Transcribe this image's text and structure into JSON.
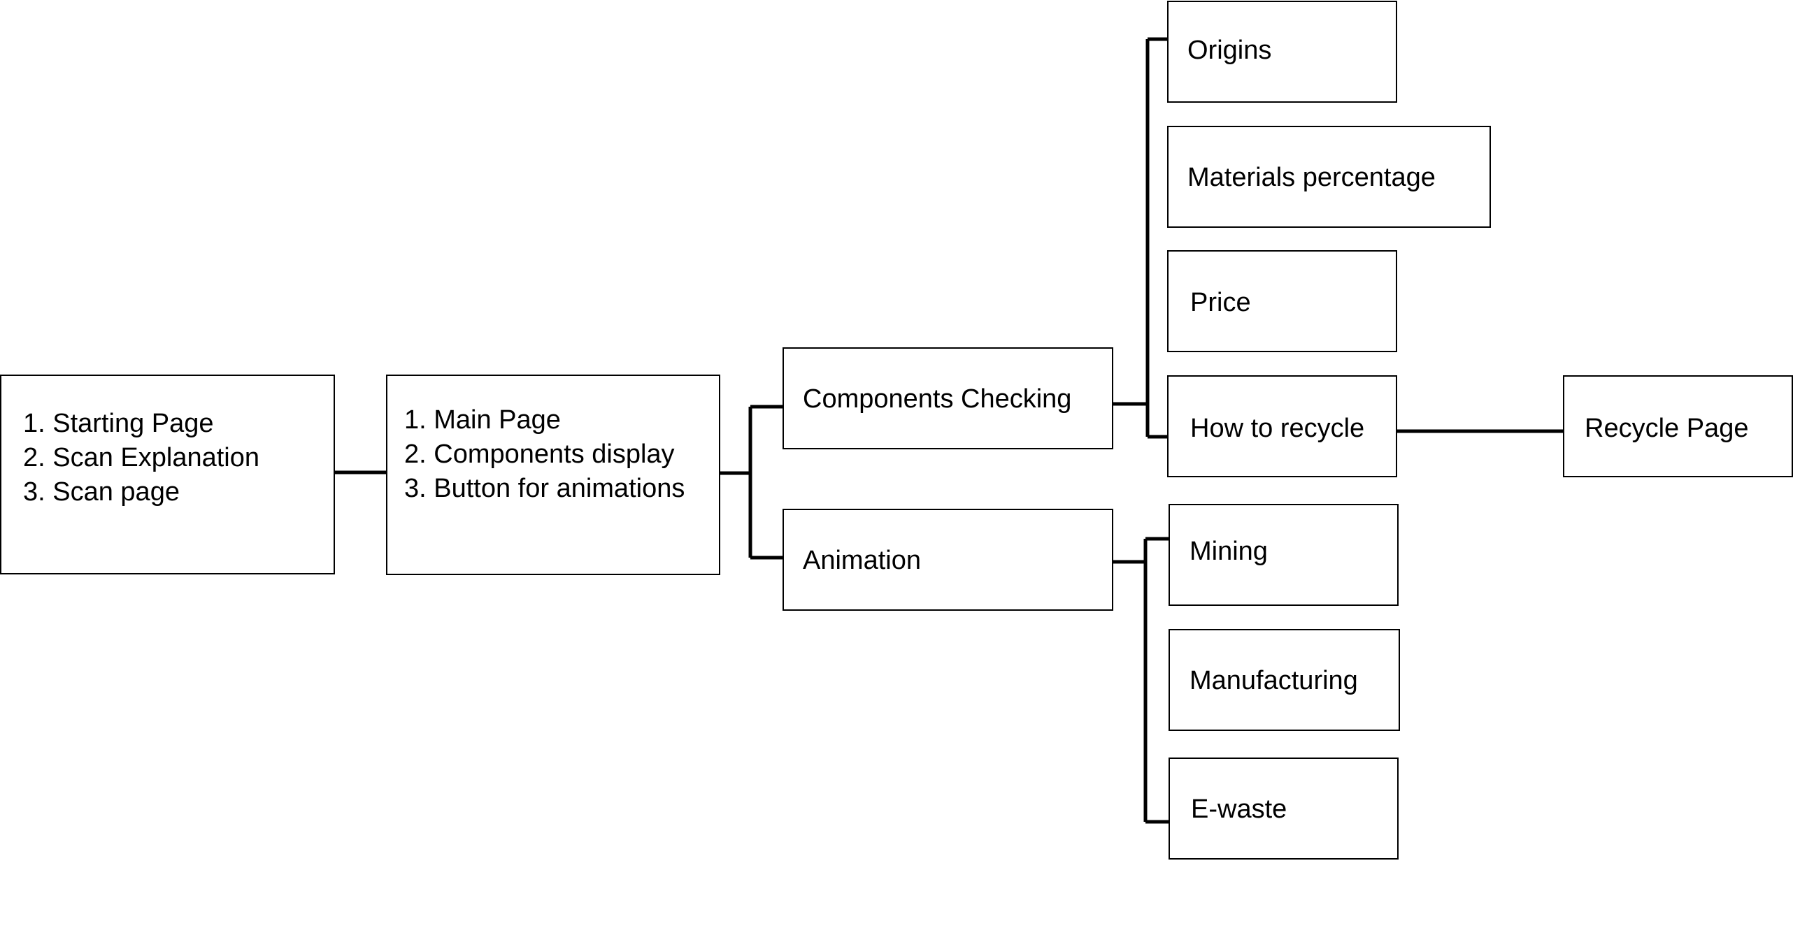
{
  "starting_box": {
    "items": [
      "1. Starting Page",
      "2. Scan Explanation",
      "3. Scan page"
    ]
  },
  "main_box": {
    "items": [
      "1. Main Page",
      "2. Components display",
      "3. Button for animations"
    ]
  },
  "components_checking": "Components Checking",
  "animation": "Animation",
  "checking_children": {
    "origins": "Origins",
    "materials_percentage": "Materials percentage",
    "price": "Price",
    "how_to_recycle": "How to recycle"
  },
  "recycle_page": "Recycle Page",
  "animation_children": {
    "mining": "Mining",
    "manufacturing": "Manufacturing",
    "e_waste": "E-waste"
  }
}
